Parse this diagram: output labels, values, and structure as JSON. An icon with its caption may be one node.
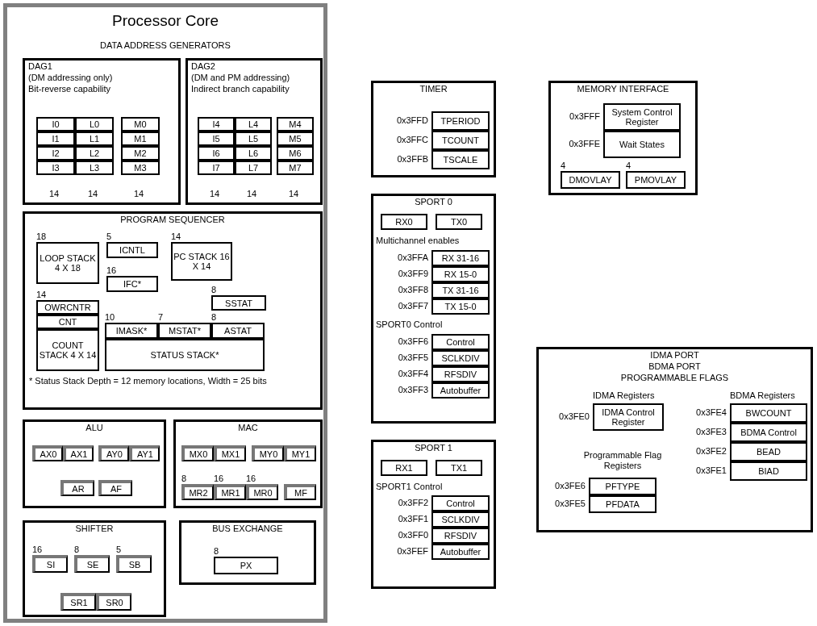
{
  "diagram": {
    "nodes": [
      {
        "text": [
          "Processor Core"
        ]
      },
      {
        "text": [
          "DAG1",
          "(DM addressing only)",
          "Bit-reverse capability"
        ],
        "in": 0
      },
      {
        "text": [
          "I0"
        ],
        "in": 1
      },
      {
        "text": [
          "L0"
        ],
        "in": 1
      },
      {
        "text": [
          "M0"
        ],
        "in": 1
      },
      {
        "text": [
          "I1"
        ],
        "in": 1
      },
      {
        "text": [
          "L1"
        ],
        "in": 1
      },
      {
        "text": [
          "M1"
        ],
        "in": 1
      },
      {
        "text": [
          "I2"
        ],
        "in": 1
      },
      {
        "text": [
          "L2"
        ],
        "in": 1
      },
      {
        "text": [
          "M2"
        ],
        "in": 1
      },
      {
        "text": [
          "I3"
        ],
        "in": 1
      },
      {
        "text": [
          "L3"
        ],
        "in": 1
      },
      {
        "text": [
          "M3"
        ],
        "in": 1
      },
      {
        "text": [
          "DAG2",
          "(DM and PM addressing)",
          "Indirect branch capability"
        ],
        "in": 0
      },
      {
        "text": [
          "I4"
        ],
        "in": 14
      },
      {
        "text": [
          "L4"
        ],
        "in": 14
      },
      {
        "text": [
          "M4"
        ],
        "in": 14
      },
      {
        "text": [
          "I5"
        ],
        "in": 14
      },
      {
        "text": [
          "L5"
        ],
        "in": 14
      },
      {
        "text": [
          "M5"
        ],
        "in": 14
      },
      {
        "text": [
          "I6"
        ],
        "in": 14
      },
      {
        "text": [
          "L6"
        ],
        "in": 14
      },
      {
        "text": [
          "M6"
        ],
        "in": 14
      },
      {
        "text": [
          "I7"
        ],
        "in": 14
      },
      {
        "text": [
          "L7"
        ],
        "in": 14
      },
      {
        "text": [
          "M7"
        ],
        "in": 14
      },
      {
        "text": [
          "PROGRAM SEQUENCER"
        ],
        "in": 0
      },
      {
        "text": [
          "LOOP STACK 4 X 18"
        ],
        "beside": [
          "18"
        ],
        "in": 27
      },
      {
        "text": [
          "ICNTL"
        ],
        "beside": [
          "5"
        ],
        "in": 27
      },
      {
        "text": [
          "PC STACK 16 X 14"
        ],
        "beside": [
          "14"
        ],
        "in": 27
      },
      {
        "text": [
          "IFC*"
        ],
        "beside": [
          "16"
        ],
        "in": 27
      },
      {
        "text": [
          "SSTAT"
        ],
        "beside": [
          "8"
        ],
        "in": 27
      },
      {
        "text": [
          "OWRCNTR"
        ],
        "beside": [
          "14"
        ],
        "in": 27
      },
      {
        "text": [
          "CNT"
        ],
        "in": 27
      },
      {
        "text": [
          "IMASK*"
        ],
        "beside": [
          "10"
        ],
        "in": 27
      },
      {
        "text": [
          "MSTAT*"
        ],
        "beside": [
          "7"
        ],
        "in": 27
      },
      {
        "text": [
          "ASTAT"
        ],
        "beside": [
          "8"
        ],
        "in": 27
      },
      {
        "text": [
          "COUNT STACK 4 X 14"
        ],
        "in": 27
      },
      {
        "text": [
          "STATUS STACK*"
        ],
        "in": 27
      },
      {
        "text": [
          "ALU"
        ],
        "in": 0
      },
      {
        "text": [
          "AX0"
        ],
        "in": 40
      },
      {
        "text": [
          "AX1"
        ],
        "in": 40
      },
      {
        "text": [
          "AY0"
        ],
        "in": 40
      },
      {
        "text": [
          "AY1"
        ],
        "in": 40
      },
      {
        "text": [
          "AR"
        ],
        "in": 40
      },
      {
        "text": [
          "AF"
        ],
        "in": 40
      },
      {
        "text": [
          "MAC"
        ],
        "in": 0
      },
      {
        "text": [
          "MX0"
        ],
        "in": 47
      },
      {
        "text": [
          "MX1"
        ],
        "in": 47
      },
      {
        "text": [
          "MY0"
        ],
        "in": 47
      },
      {
        "text": [
          "MY1"
        ],
        "in": 47
      },
      {
        "text": [
          "MR2"
        ],
        "beside": [
          "8"
        ],
        "in": 47
      },
      {
        "text": [
          "MR1"
        ],
        "beside": [
          "16"
        ],
        "in": 47
      },
      {
        "text": [
          "MR0"
        ],
        "beside": [
          "16"
        ],
        "in": 47
      },
      {
        "text": [
          "MF"
        ],
        "in": 47
      },
      {
        "text": [
          "SHIFTER"
        ],
        "in": 0
      },
      {
        "text": [
          "SI"
        ],
        "beside": [
          "16"
        ],
        "in": 56
      },
      {
        "text": [
          "SE"
        ],
        "beside": [
          "8"
        ],
        "in": 56
      },
      {
        "text": [
          "SB"
        ],
        "beside": [
          "5"
        ],
        "in": 56
      },
      {
        "text": [
          "SR1"
        ],
        "in": 56
      },
      {
        "text": [
          "SR0"
        ],
        "in": 56
      },
      {
        "text": [
          "BUS EXCHANGE"
        ],
        "in": 0
      },
      {
        "text": [
          "PX"
        ],
        "beside": [
          "8"
        ],
        "in": 62
      },
      {
        "text": [
          "TIMER"
        ]
      },
      {
        "text": [
          "TPERIOD"
        ],
        "beside": [
          "0x3FFD"
        ],
        "in": 64
      },
      {
        "text": [
          "TCOUNT"
        ],
        "beside": [
          "0x3FFC"
        ],
        "in": 64
      },
      {
        "text": [
          "TSCALE"
        ],
        "beside": [
          "0x3FFB"
        ],
        "in": 64
      },
      {
        "text": [
          "MEMORY INTERFACE"
        ]
      },
      {
        "text": [
          "System Control Register"
        ],
        "beside": [
          "0x3FFF"
        ],
        "in": 68
      },
      {
        "text": [
          "Wait States"
        ],
        "beside": [
          "0x3FFE"
        ],
        "in": 68
      },
      {
        "text": [
          "DMOVLAY"
        ],
        "beside": [
          "4"
        ],
        "in": 68
      },
      {
        "text": [
          "PMOVLAY"
        ],
        "beside": [
          "4"
        ],
        "in": 68
      },
      {
        "text": [
          "SPORT 0"
        ]
      },
      {
        "text": [
          "RX0"
        ],
        "in": 73
      },
      {
        "text": [
          "TX0"
        ],
        "in": 73
      },
      {
        "text": [
          "RX 31-16"
        ],
        "beside": [
          "0x3FFA"
        ],
        "in": 73
      },
      {
        "text": [
          "RX 15-0"
        ],
        "beside": [
          "0x3FF9"
        ],
        "in": 73
      },
      {
        "text": [
          "TX 31-16"
        ],
        "beside": [
          "0x3FF8"
        ],
        "in": 73
      },
      {
        "text": [
          "TX 15-0"
        ],
        "beside": [
          "0x3FF7"
        ],
        "in": 73
      },
      {
        "text": [
          "Control"
        ],
        "beside": [
          "0x3FF6"
        ],
        "in": 73
      },
      {
        "text": [
          "SCLKDIV"
        ],
        "beside": [
          "0x3FF5"
        ],
        "in": 73
      },
      {
        "text": [
          "RFSDIV"
        ],
        "beside": [
          "0x3FF4"
        ],
        "in": 73
      },
      {
        "text": [
          "Autobuffer"
        ],
        "beside": [
          "0x3FF3"
        ],
        "in": 73
      },
      {
        "text": [
          "IDMA PORT",
          "BDMA PORT",
          "PROGRAMMABLE FLAGS"
        ]
      },
      {
        "text": [
          "IDMA Control Register"
        ],
        "beside": [
          "0x3FE0"
        ],
        "in": 84
      },
      {
        "text": [
          "BWCOUNT"
        ],
        "beside": [
          "0x3FE4"
        ],
        "in": 84
      },
      {
        "text": [
          "PFTYPE"
        ],
        "beside": [
          "0x3FE6"
        ],
        "in": 84
      },
      {
        "text": [
          "BDMA Control"
        ],
        "beside": [
          "0x3FE3"
        ],
        "in": 84
      },
      {
        "text": [
          "BEAD"
        ],
        "beside": [
          "0x3FE2"
        ],
        "in": 84
      },
      {
        "text": [
          "PFDATA"
        ],
        "beside": [
          "0x3FE5"
        ],
        "in": 84
      },
      {
        "text": [
          "BIAD"
        ],
        "beside": [
          "0x3FE1"
        ],
        "in": 84
      },
      {
        "text": [
          "SPORT 1"
        ]
      },
      {
        "text": [
          "RX1"
        ],
        "in": 92
      },
      {
        "text": [
          "TX1"
        ],
        "in": 92
      },
      {
        "text": [
          "Control"
        ],
        "beside": [
          "0x3FF2"
        ],
        "in": 92
      },
      {
        "text": [
          "SCLKDIV"
        ],
        "beside": [
          "0x3FF1"
        ],
        "in": 92
      },
      {
        "text": [
          "RFSDIV"
        ],
        "beside": [
          "0x3FF0"
        ],
        "in": 92
      },
      {
        "text": [
          "Autobuffer"
        ],
        "beside": [
          "0x3FEF"
        ],
        "in": 92
      }
    ],
    "labels": [
      "DATA ADDRESS GENERATORS",
      "14",
      "14",
      "14",
      "14",
      "14",
      "14",
      "* Status Stack Depth = 12 memory locations, Width = 25 bits",
      "Multichannel enables",
      "SPORT0 Control",
      "IDMA Registers",
      "BDMA Registers",
      "Programmable Flag Registers",
      "SPORT1 Control"
    ]
  }
}
